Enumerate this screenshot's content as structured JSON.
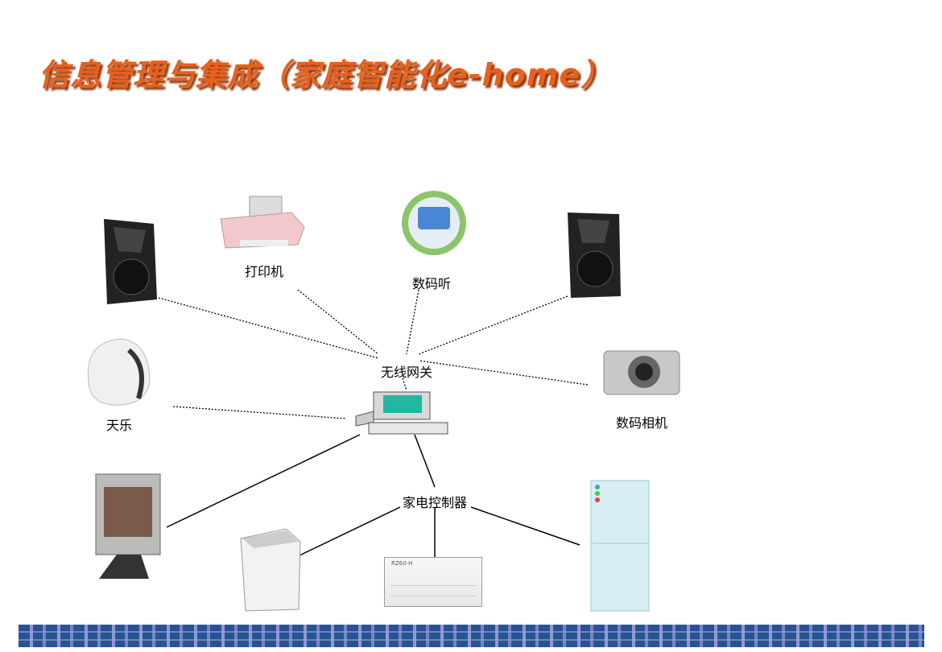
{
  "title": "信息管理与集成（家庭智能化e-home）",
  "labels": {
    "printer": "打印机",
    "digital_audio": "数码听",
    "gateway": "无线网关",
    "tianle": "天乐",
    "camera": "数码相机",
    "controller": "家电控制器",
    "ac_model": "RZ60-H"
  }
}
